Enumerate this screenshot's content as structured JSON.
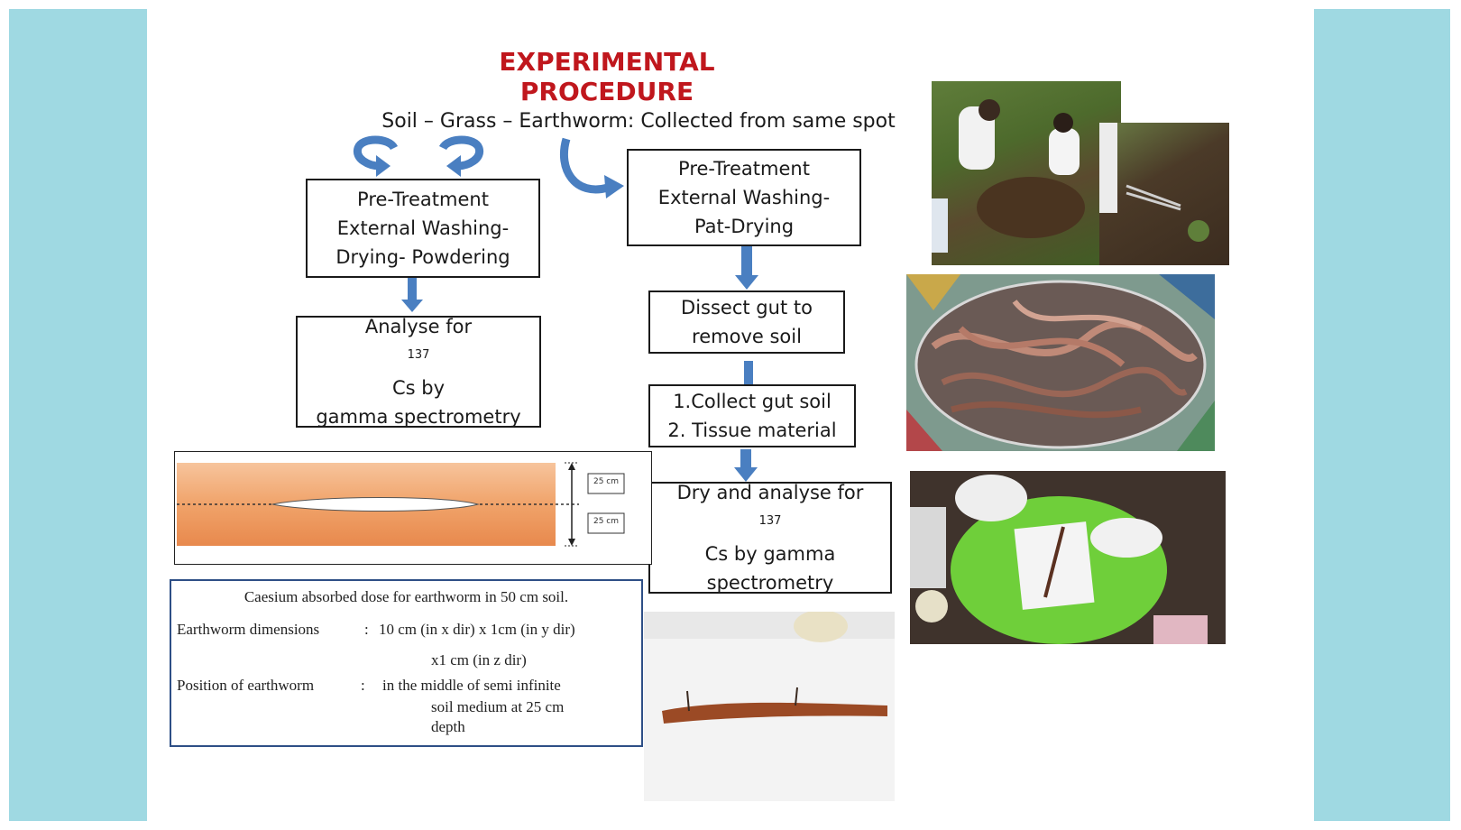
{
  "title": "EXPERIMENTAL PROCEDURE",
  "subtitle": "Soil – Grass – Earthworm: Collected from same spot",
  "left_flow": {
    "pretreatment": [
      "Pre-Treatment",
      "External Washing-",
      "Drying- Powdering"
    ],
    "analyse_prefix": "Analyse for ",
    "analyse_sup": "137",
    "analyse_suffix": "Cs by",
    "analyse_line2": "gamma spectrometry"
  },
  "right_flow": {
    "pretreatment": [
      "Pre-Treatment",
      "External Washing-",
      "Pat-Drying"
    ],
    "dissect": [
      "Dissect  gut to",
      "remove soil"
    ],
    "collect": [
      "1.Collect gut soil",
      "2. Tissue material"
    ],
    "dry_line1": "Dry and analyse for",
    "dry_sup": "137",
    "dry_line2": "Cs by gamma",
    "dry_line3": "spectrometry"
  },
  "diagram": {
    "label_top": "25 cm",
    "label_bottom": "25 cm"
  },
  "info_box": {
    "heading": "Caesium absorbed dose for earthworm in 50 cm soil.",
    "dim_label": "Earthworm dimensions",
    "dim_colon": ":",
    "dim_value1": "10 cm (in x dir) x 1cm (in y dir)",
    "dim_value2": "x1 cm (in z dir)",
    "pos_label": "Position of earthworm",
    "pos_colon": ":",
    "pos_value1": "in the middle of semi infinite",
    "pos_value2": "soil medium at 25 cm",
    "pos_value3": "depth"
  },
  "colors": {
    "title": "#c0171d",
    "frame": "#9fd9e2",
    "arrow": "#4a7fc1",
    "soil": "#f0a36a",
    "info_border": "#2e4f86"
  },
  "icons": [
    "curved-arrow-icon",
    "down-arrow-icon"
  ]
}
